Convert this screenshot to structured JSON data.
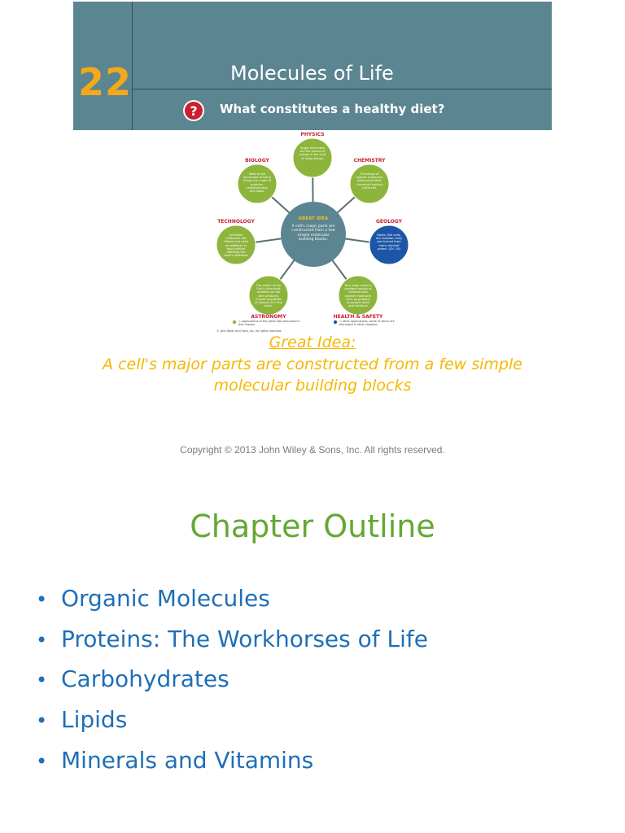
{
  "banner": {
    "chapter_number": "22",
    "title": "Molecules of Life",
    "question": "What constitutes a healthy diet?"
  },
  "diagram": {
    "center": {
      "title": "GREAT IDEA",
      "text": "A cell's major parts are constructed from a few simple molecular building blocks."
    },
    "nodes": [
      {
        "label": "PHYSICS",
        "text": "Sugar molecules are the source of energy in the cells of living things.",
        "color": "#8db53c"
      },
      {
        "label": "CHEMISTRY",
        "text": "The shape of organic molecules determines their chemical function in the cell.",
        "color": "#8db53c"
      },
      {
        "label": "GEOLOGY",
        "text": "Rocks, like cells, are modular; they are formed from many mineral grains. (Ch. 19)",
        "color": "#1d56a8"
      },
      {
        "label": "HEALTH & SAFETY",
        "text": "Your body needs a constant supply of minerals and organic molecules such as proteins to sustain itself and continue growing.",
        "color": "#8db53c"
      },
      {
        "label": "ASTRONOMY",
        "text": "The action of the Sun's ultraviolet radiation on the skin produces minute quantities of vitamin D in the body.",
        "color": "#8db53c"
      },
      {
        "label": "TECHNOLOGY",
        "text": "Synthetic molecules like Olestra are used as additives in food without affecting the body's digestive system.",
        "color": "#8db53c"
      },
      {
        "label": "BIOLOGY",
        "text": "Most of the structures of living things are made of proteins, carbohydrates, and lipids.",
        "color": "#8db53c"
      }
    ],
    "legend_green": "= applications of the great idea discussed in this chapter",
    "legend_blue": "= other applications, some of which are discussed in other chapters",
    "copyright": "© John Wiley and Sons, Inc. All rights reserved.",
    "center_color": "#5b8590",
    "spoke_color": "#5a6f74",
    "label_color": "#c8202f"
  },
  "great_idea": {
    "heading": "Great Idea:",
    "text": "A cell's major parts are constructed from a few simple molecular building blocks"
  },
  "copyright": "Copyright ©  2013 John Wiley & Sons, Inc. All rights reserved.",
  "outline": {
    "title": "Chapter Outline",
    "bullet": "•",
    "items": [
      "Organic Molecules",
      "Proteins: The Workhorses of Life",
      "Carbohydrates",
      "Lipids",
      "Minerals and Vitamins"
    ]
  },
  "colors": {
    "banner": "#5b8590",
    "chapter_number": "#f5a81c",
    "great_idea": "#f5b800",
    "outline_title": "#63a833",
    "outline_items": "#1f6fb7"
  },
  "icons": {
    "question": "question-mark-icon"
  }
}
